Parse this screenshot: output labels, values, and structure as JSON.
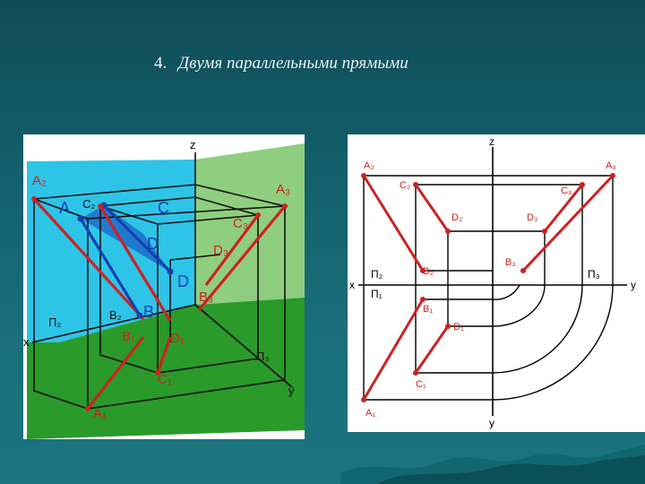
{
  "slide": {
    "number": "4.",
    "title": "Двумя параллельными прямыми"
  },
  "colors": {
    "background": "#135f6b",
    "title_text": "#f1f1f1",
    "red_line": "#cc2222",
    "blue_line": "#1540b0",
    "plane_v": "#2ec4e8",
    "plane_w": "#8fce7e",
    "plane_h": "#2a9a2a"
  },
  "left_diagram": {
    "axis_z": "z",
    "axis_x": "x",
    "axis_y": "y",
    "A2": "A₂",
    "A": "A",
    "C2": "C₂",
    "C": "C",
    "D": "D",
    "D_right": "D",
    "A3": "A₃",
    "C3": "C₃",
    "D3": "D₃",
    "B3": "B₃",
    "B2": "B₂",
    "B": "B",
    "P2": "П₂",
    "P3": "П₃",
    "A1": "A₁",
    "C1": "C₁",
    "B1": "B₁",
    "D1": "D₁"
  },
  "right_diagram": {
    "axis_z": "z",
    "axis_x": "x",
    "axis_y": "y",
    "axis_y_bottom": "y",
    "A2": "A₂",
    "A3": "A₃",
    "C2": "C₂",
    "C3": "C₃",
    "D2": "D₂",
    "D3": "D₃",
    "B3": "B₃",
    "B2": "B₂",
    "P2": "П₂",
    "P1": "П₁",
    "P3": "П₃",
    "B1": "B₁",
    "D1": "D₁",
    "C1": "C₁",
    "A1": "A₁"
  }
}
